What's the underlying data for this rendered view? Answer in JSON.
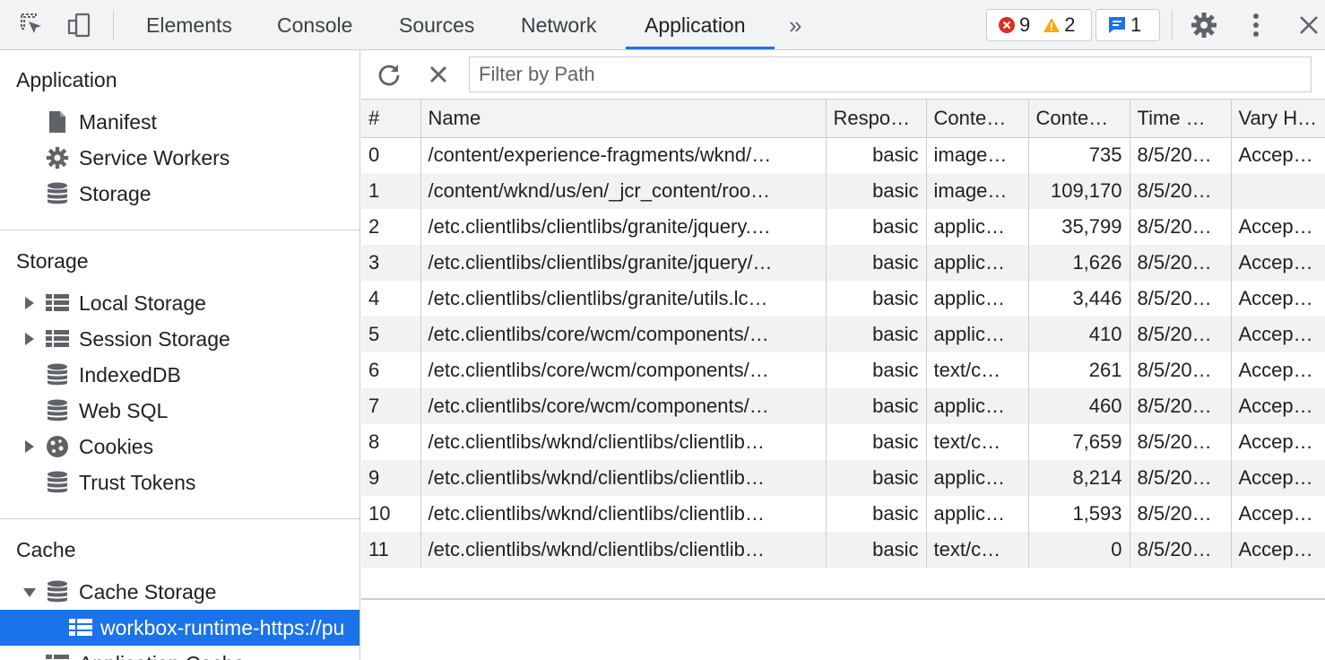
{
  "toolbar": {
    "tabs": [
      {
        "label": "Elements"
      },
      {
        "label": "Console"
      },
      {
        "label": "Sources"
      },
      {
        "label": "Network"
      },
      {
        "label": "Application"
      }
    ],
    "more_tabs": "»",
    "errors": "9",
    "warnings": "2",
    "messages": "1"
  },
  "sidebar": {
    "application_title": "Application",
    "application_items": [
      {
        "label": "Manifest",
        "icon": "file-icon"
      },
      {
        "label": "Service Workers",
        "icon": "gear-icon"
      },
      {
        "label": "Storage",
        "icon": "database-icon"
      }
    ],
    "storage_title": "Storage",
    "storage_items": [
      {
        "label": "Local Storage",
        "icon": "grid-icon",
        "expandable": true
      },
      {
        "label": "Session Storage",
        "icon": "grid-icon",
        "expandable": true
      },
      {
        "label": "IndexedDB",
        "icon": "database-icon"
      },
      {
        "label": "Web SQL",
        "icon": "database-icon"
      },
      {
        "label": "Cookies",
        "icon": "cookie-icon",
        "expandable": true
      },
      {
        "label": "Trust Tokens",
        "icon": "database-icon"
      }
    ],
    "cache_title": "Cache",
    "cache_items": [
      {
        "label": "Cache Storage",
        "icon": "database-icon",
        "expanded": true
      },
      {
        "label": "workbox-runtime-https://pu",
        "icon": "grid-icon",
        "selected": true
      },
      {
        "label": "Application Cache",
        "icon": "grid-icon"
      }
    ]
  },
  "filter": {
    "placeholder": "Filter by Path"
  },
  "table": {
    "columns": [
      "#",
      "Name",
      "Respo…",
      "Conte…",
      "Conte…",
      "Time …",
      "Vary H…"
    ],
    "rows": [
      [
        "0",
        "/content/experience-fragments/wknd/…",
        "basic",
        "image…",
        "735",
        "8/5/20…",
        "Accep…"
      ],
      [
        "1",
        "/content/wknd/us/en/_jcr_content/roo…",
        "basic",
        "image…",
        "109,170",
        "8/5/20…",
        ""
      ],
      [
        "2",
        "/etc.clientlibs/clientlibs/granite/jquery.…",
        "basic",
        "applic…",
        "35,799",
        "8/5/20…",
        "Accep…"
      ],
      [
        "3",
        "/etc.clientlibs/clientlibs/granite/jquery/…",
        "basic",
        "applic…",
        "1,626",
        "8/5/20…",
        "Accep…"
      ],
      [
        "4",
        "/etc.clientlibs/clientlibs/granite/utils.lc…",
        "basic",
        "applic…",
        "3,446",
        "8/5/20…",
        "Accep…"
      ],
      [
        "5",
        "/etc.clientlibs/core/wcm/components/…",
        "basic",
        "applic…",
        "410",
        "8/5/20…",
        "Accep…"
      ],
      [
        "6",
        "/etc.clientlibs/core/wcm/components/…",
        "basic",
        "text/c…",
        "261",
        "8/5/20…",
        "Accep…"
      ],
      [
        "7",
        "/etc.clientlibs/core/wcm/components/…",
        "basic",
        "applic…",
        "460",
        "8/5/20…",
        "Accep…"
      ],
      [
        "8",
        "/etc.clientlibs/wknd/clientlibs/clientlib…",
        "basic",
        "text/c…",
        "7,659",
        "8/5/20…",
        "Accep…"
      ],
      [
        "9",
        "/etc.clientlibs/wknd/clientlibs/clientlib…",
        "basic",
        "applic…",
        "8,214",
        "8/5/20…",
        "Accep…"
      ],
      [
        "10",
        "/etc.clientlibs/wknd/clientlibs/clientlib…",
        "basic",
        "applic…",
        "1,593",
        "8/5/20…",
        "Accep…"
      ],
      [
        "11",
        "/etc.clientlibs/wknd/clientlibs/clientlib…",
        "basic",
        "text/c…",
        "0",
        "8/5/20…",
        "Accep…"
      ]
    ]
  },
  "colors": {
    "accent": "#1a73e8",
    "error": "#d93025",
    "warning": "#f9ab00"
  }
}
